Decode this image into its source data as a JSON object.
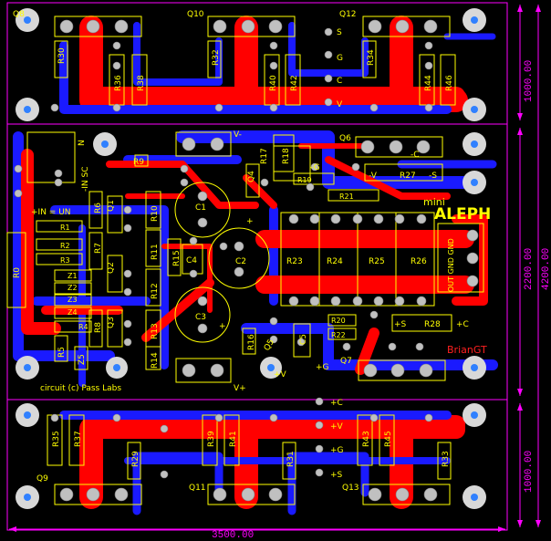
{
  "board": {
    "title": "ALEPH",
    "title_mini": "mini",
    "author": "BrianGT",
    "copyright": "circuit (c) Pass Labs"
  },
  "dimensions": {
    "width": "3500.00",
    "height_total": "4200.00",
    "height_top": "1000.00",
    "height_mid": "2200.00",
    "height_bottom": "1000.00"
  },
  "transistors": [
    "Q1",
    "Q2",
    "Q3",
    "Q4",
    "Q5",
    "Q6",
    "Q7",
    "Q8",
    "Q9",
    "Q10",
    "Q11",
    "Q12",
    "Q13"
  ],
  "resistors": [
    "R0",
    "R1",
    "R2",
    "R3",
    "R4",
    "R5",
    "R6",
    "R7",
    "R8",
    "R9",
    "R10",
    "R11",
    "R12",
    "R13",
    "R14",
    "R15",
    "R16",
    "R17",
    "R18",
    "R19",
    "R20",
    "R21",
    "R22",
    "R23",
    "R24",
    "R25",
    "R26",
    "R27",
    "R28",
    "R29",
    "R30",
    "R31",
    "R32",
    "R33",
    "R34",
    "R35",
    "R36",
    "R37",
    "R38",
    "R39",
    "R40",
    "R41",
    "R42",
    "R43",
    "R44",
    "R45",
    "R46"
  ],
  "capacitors": [
    "C1",
    "C2",
    "C3",
    "C4",
    "C5"
  ],
  "zeners": [
    "Z1",
    "Z2",
    "Z3",
    "Z4",
    "Z5"
  ],
  "net_labels": {
    "in_label": "+IN = UN",
    "in_sc": "-IN SC",
    "v_minus": "V-",
    "v_plus": "V+",
    "plus_v": "+V",
    "plus_g": "+G",
    "minus_g": "-G",
    "minus_c": "-C",
    "minus_v": "-V",
    "minus_s": "-S",
    "plus_s": "+S",
    "plus_c": "+C",
    "s": "S",
    "g": "G",
    "c": "C",
    "v": "V",
    "plus": "+",
    "out_gnd": "OUT GND GND",
    "q_minus": "N"
  }
}
